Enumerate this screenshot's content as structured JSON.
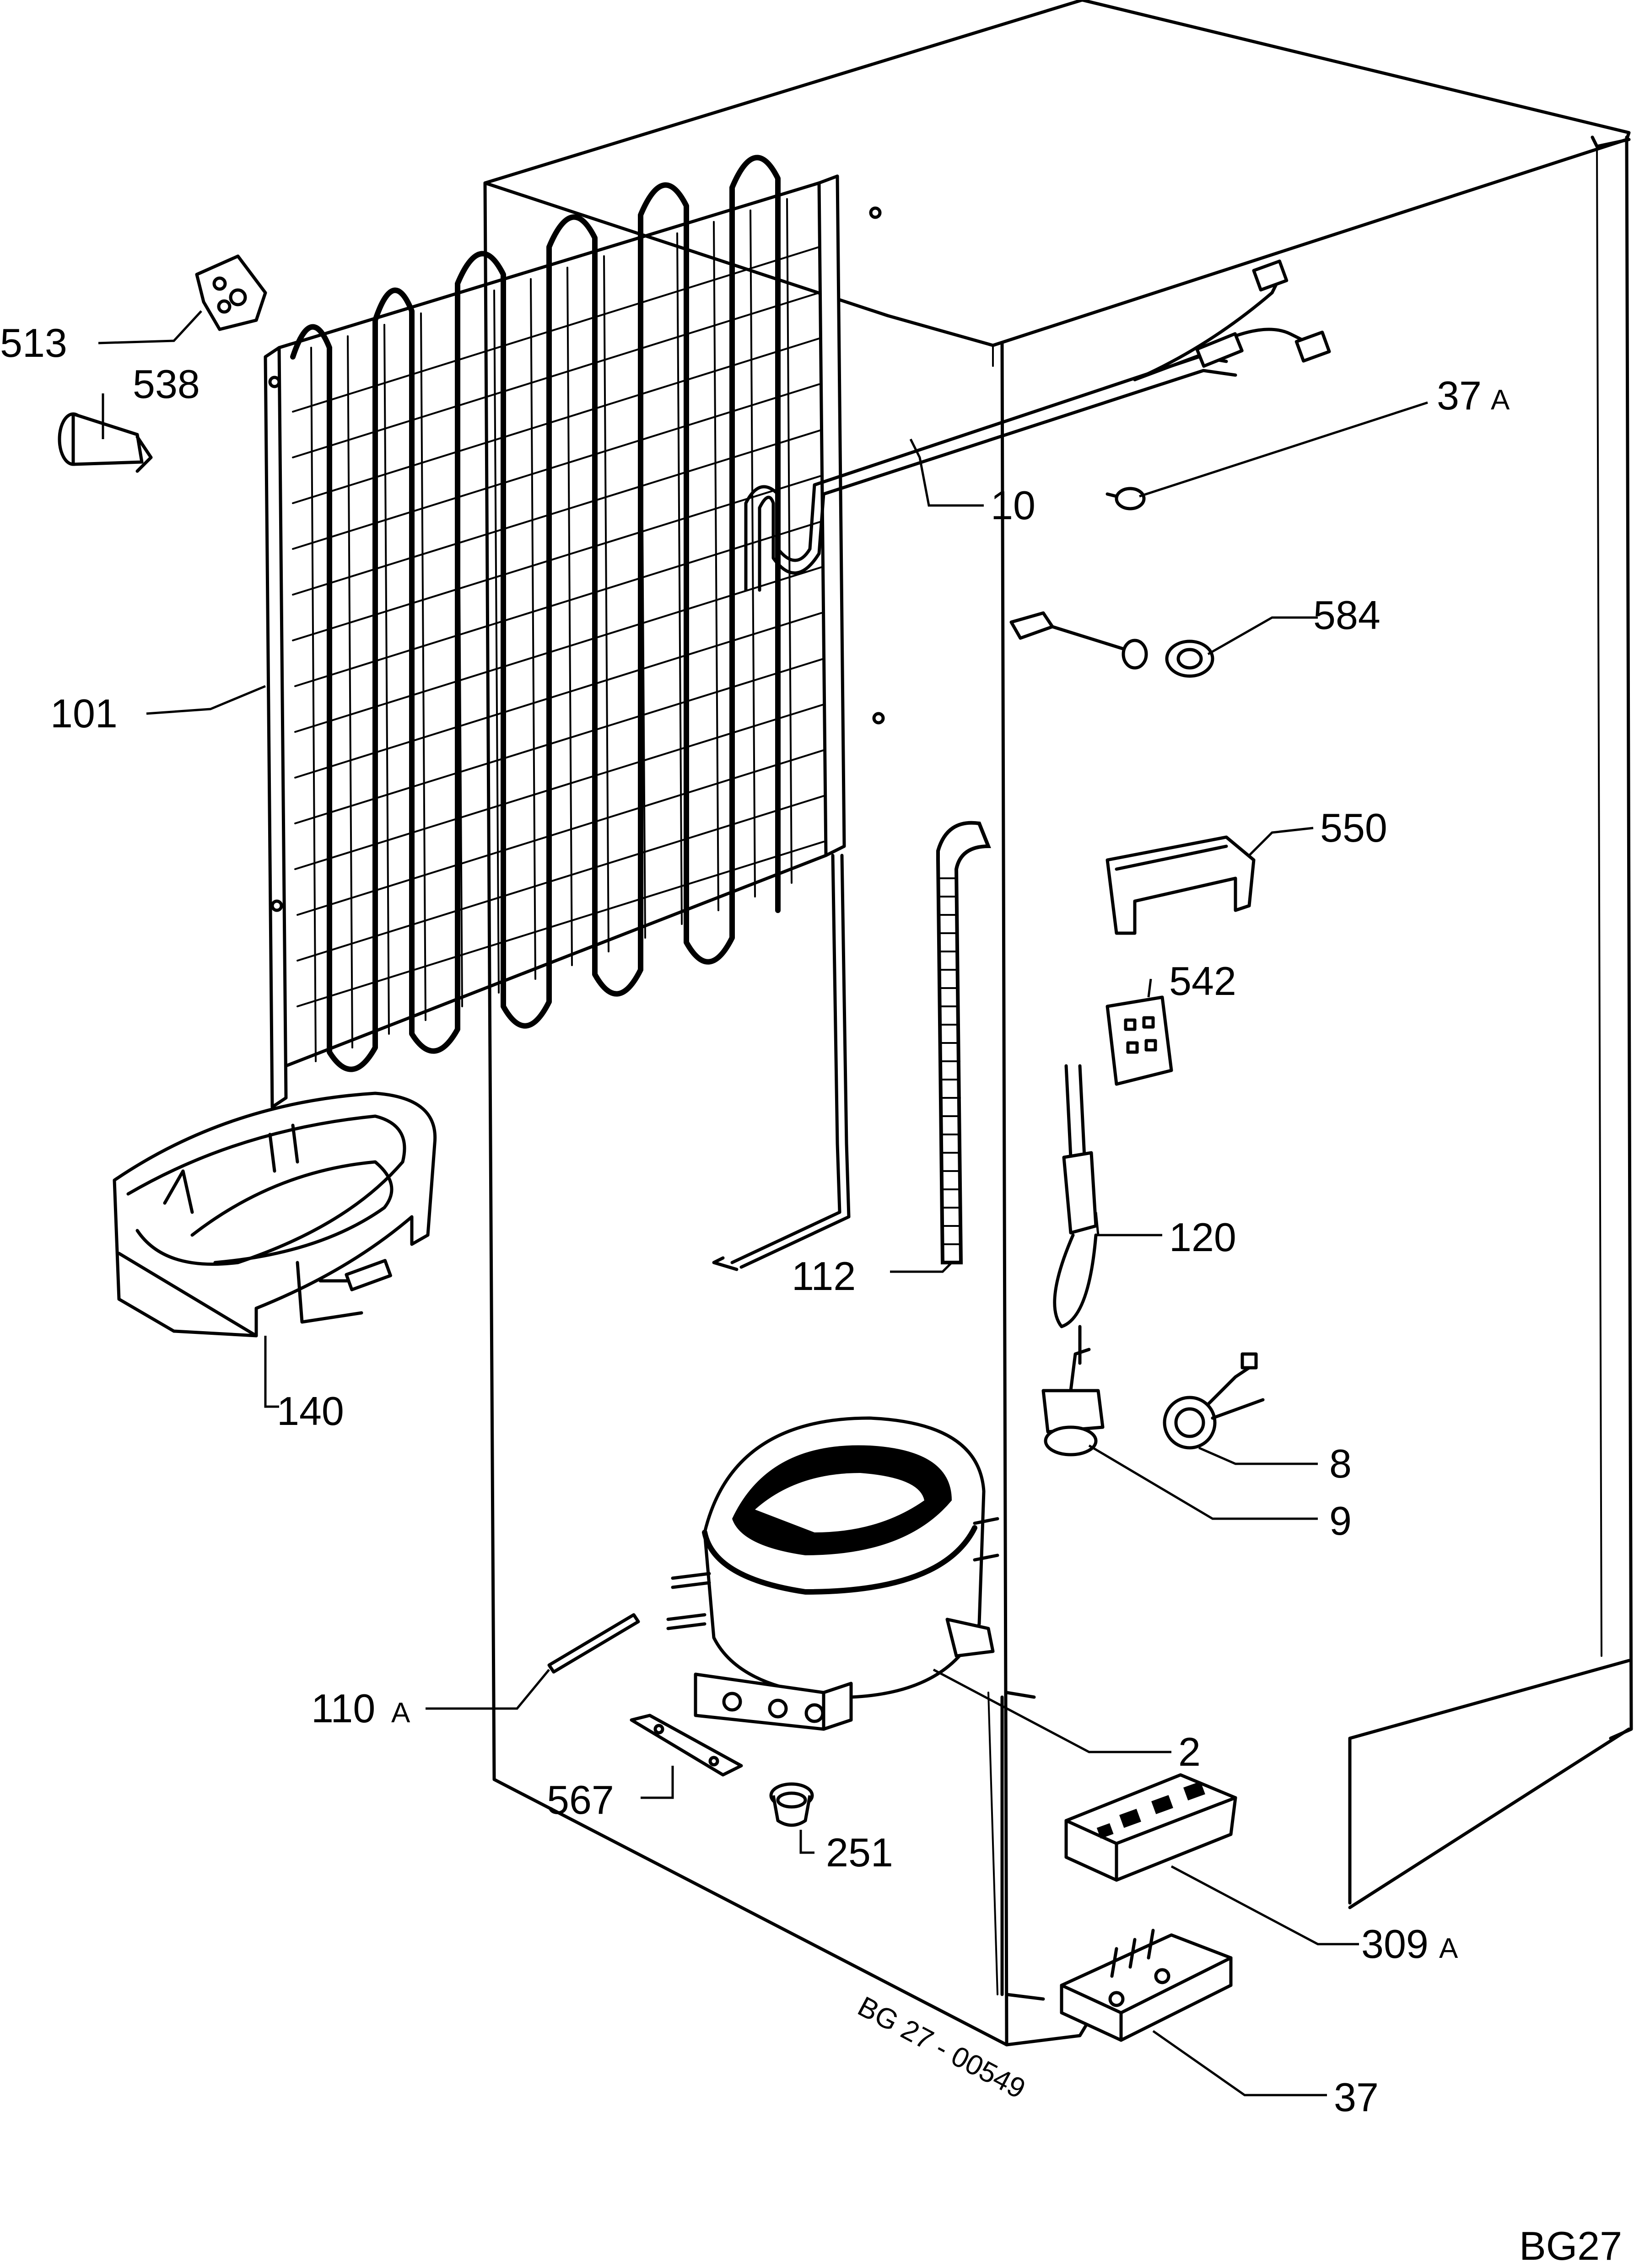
{
  "part_labels": {
    "p513": "513",
    "p538": "538",
    "p101": "101",
    "p10": "10",
    "p37a_num": "37",
    "p37a_suffix": "A",
    "p584": "584",
    "p550": "550",
    "p542": "542",
    "p120": "120",
    "p112": "112",
    "p140": "140",
    "p8": "8",
    "p9": "9",
    "p110a_num": "110",
    "p110a_suffix": "A",
    "p2": "2",
    "p567": "567",
    "p251": "251",
    "p309a_num": "309",
    "p309a_suffix": "A",
    "p37": "37"
  },
  "drawing_code": "BG 27 - 00549",
  "page_code": "BG27"
}
